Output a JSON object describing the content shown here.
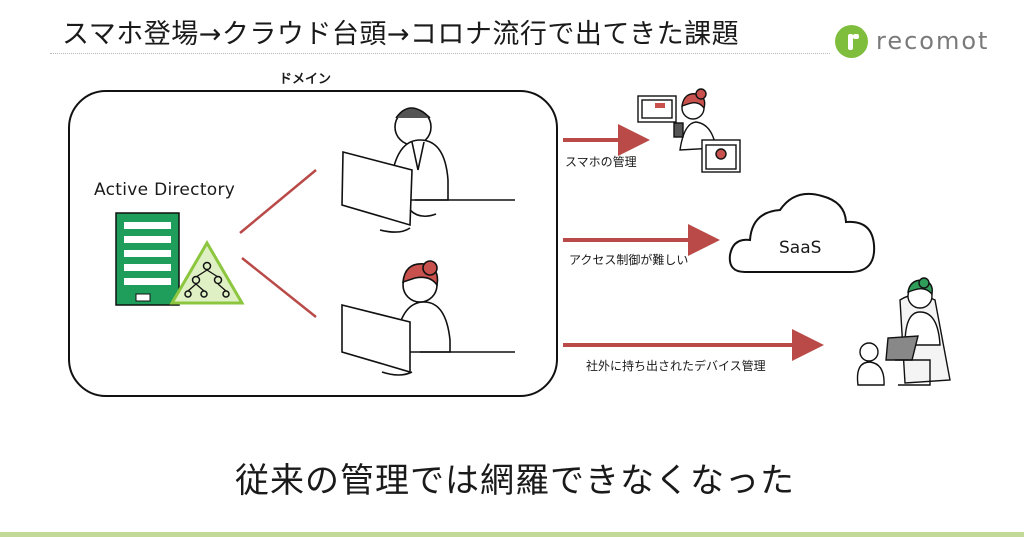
{
  "title": "スマホ登場→クラウド台頭→コロナ流行で出てきた課題",
  "logo": {
    "text": "recomot",
    "brand_color": "#7fbd3d"
  },
  "domain": {
    "label": "ドメイン"
  },
  "active_directory": {
    "label": "Active Directory",
    "server_color": "#1f9d5a",
    "triangle_color": "#8cc63f"
  },
  "arrows": [
    {
      "label": "スマホの管理"
    },
    {
      "label": "アクセス制御が難しい"
    },
    {
      "label": "社外に持ち出されたデバイス管理"
    }
  ],
  "saas": {
    "label": "SaaS"
  },
  "conclusion": "従来の管理では網羅できなくなった",
  "colors": {
    "arrow": "#b94a48",
    "accent_line": "#c3d998",
    "hair_red": "#c9514d",
    "hair_green": "#2f9c5a"
  }
}
